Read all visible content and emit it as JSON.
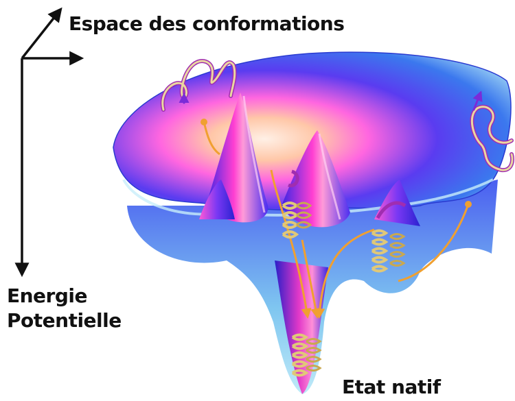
{
  "labels": {
    "conformation_space": "Espace des conformations",
    "energy_line1": "Energie",
    "energy_line2": "Potentielle",
    "native_state": "Etat natif"
  },
  "colors": {
    "axis": "#111111",
    "funnel_light": "#9fd8f0",
    "funnel_blue": "#2f2be8",
    "funnel_pink": "#ff3fd2",
    "peach": "#ffc7a8",
    "pathway": "#f0a030",
    "protein_chain": "#e0c878",
    "protein_edge": "#a02db0",
    "direction_arrow": "#7a2bd8"
  },
  "icons": {
    "axes": "coordinate-axes-icon",
    "protein": "protein-chain-icon"
  }
}
